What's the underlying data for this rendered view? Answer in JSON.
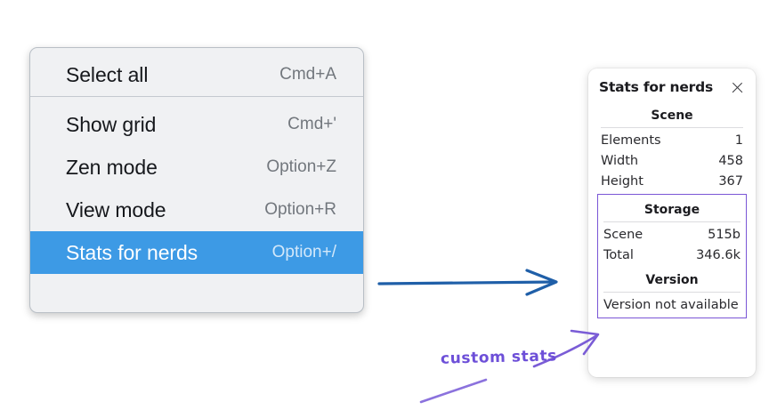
{
  "context_menu": {
    "name": "context-menu",
    "groups": [
      {
        "id": "group-top",
        "items": [
          {
            "label": "Select all",
            "shortcut": "Cmd+A",
            "selected": false
          }
        ]
      },
      {
        "id": "group-bottom",
        "items": [
          {
            "label": "Show grid",
            "shortcut": "Cmd+'",
            "selected": false
          },
          {
            "label": "Zen mode",
            "shortcut": "Option+Z",
            "selected": false
          },
          {
            "label": "View mode",
            "shortcut": "Option+R",
            "selected": false
          },
          {
            "label": "Stats for nerds",
            "shortcut": "Option+/",
            "selected": true
          }
        ]
      }
    ],
    "highlight_color": "#3d9ae5",
    "background_color": "#f0f1f3"
  },
  "stats_panel": {
    "title": "Stats for nerds",
    "close_icon": "close-icon",
    "sections": [
      {
        "title": "Scene",
        "rows": [
          {
            "label": "Elements",
            "value": "1"
          },
          {
            "label": "Width",
            "value": "458"
          },
          {
            "label": "Height",
            "value": "367"
          }
        ]
      },
      {
        "title": "Storage",
        "rows": [
          {
            "label": "Scene",
            "value": "515b"
          },
          {
            "label": "Total",
            "value": "346.6k"
          }
        ]
      },
      {
        "title": "Version",
        "text": "Version not available"
      }
    ],
    "highlight_box_color": "#7a56d6"
  },
  "annotations": {
    "label": "custom stats",
    "label_color": "#6d4fd8",
    "blue_arrow_color": "#1f5fa8",
    "purple_arrow_color": "#7a5cd6"
  }
}
